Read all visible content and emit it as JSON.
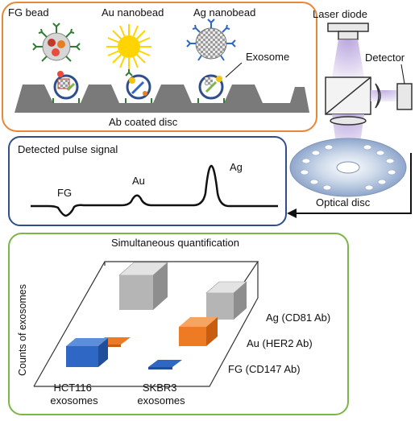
{
  "top_panel": {
    "labels": {
      "fg_bead": "FG bead",
      "au_nanobead": "Au nanobead",
      "ag_nanobead": "Ag nanobead",
      "exosome": "Exosome",
      "disc": "Ab coated disc"
    }
  },
  "optics": {
    "laser": "Laser diode",
    "detector": "Detector",
    "disc": "Optical disc"
  },
  "pulse_panel": {
    "title": "Detected pulse signal",
    "peaks": {
      "fg": "FG",
      "au": "Au",
      "ag": "Ag"
    }
  },
  "quant_panel": {
    "title": "Simultaneous quantification",
    "ylabel": "Counts of exosomes",
    "categories": [
      "HCT116\nexosomes",
      "SKBR3\nexosomes"
    ],
    "series_labels": {
      "ag": "Ag (CD81 Ab)",
      "au": "Au (HER2 Ab)",
      "fg": "FG (CD147 Ab)"
    }
  },
  "colors": {
    "frame_orange": "#e8873a",
    "frame_blue": "#2f4e8c",
    "frame_green": "#7ab648",
    "bar_gray": "#b5b5b5",
    "bar_orange": "#ef7a24",
    "bar_blue": "#2f67c4",
    "gold": "#ffd400",
    "ag_gray": "#a8a8a8"
  }
}
